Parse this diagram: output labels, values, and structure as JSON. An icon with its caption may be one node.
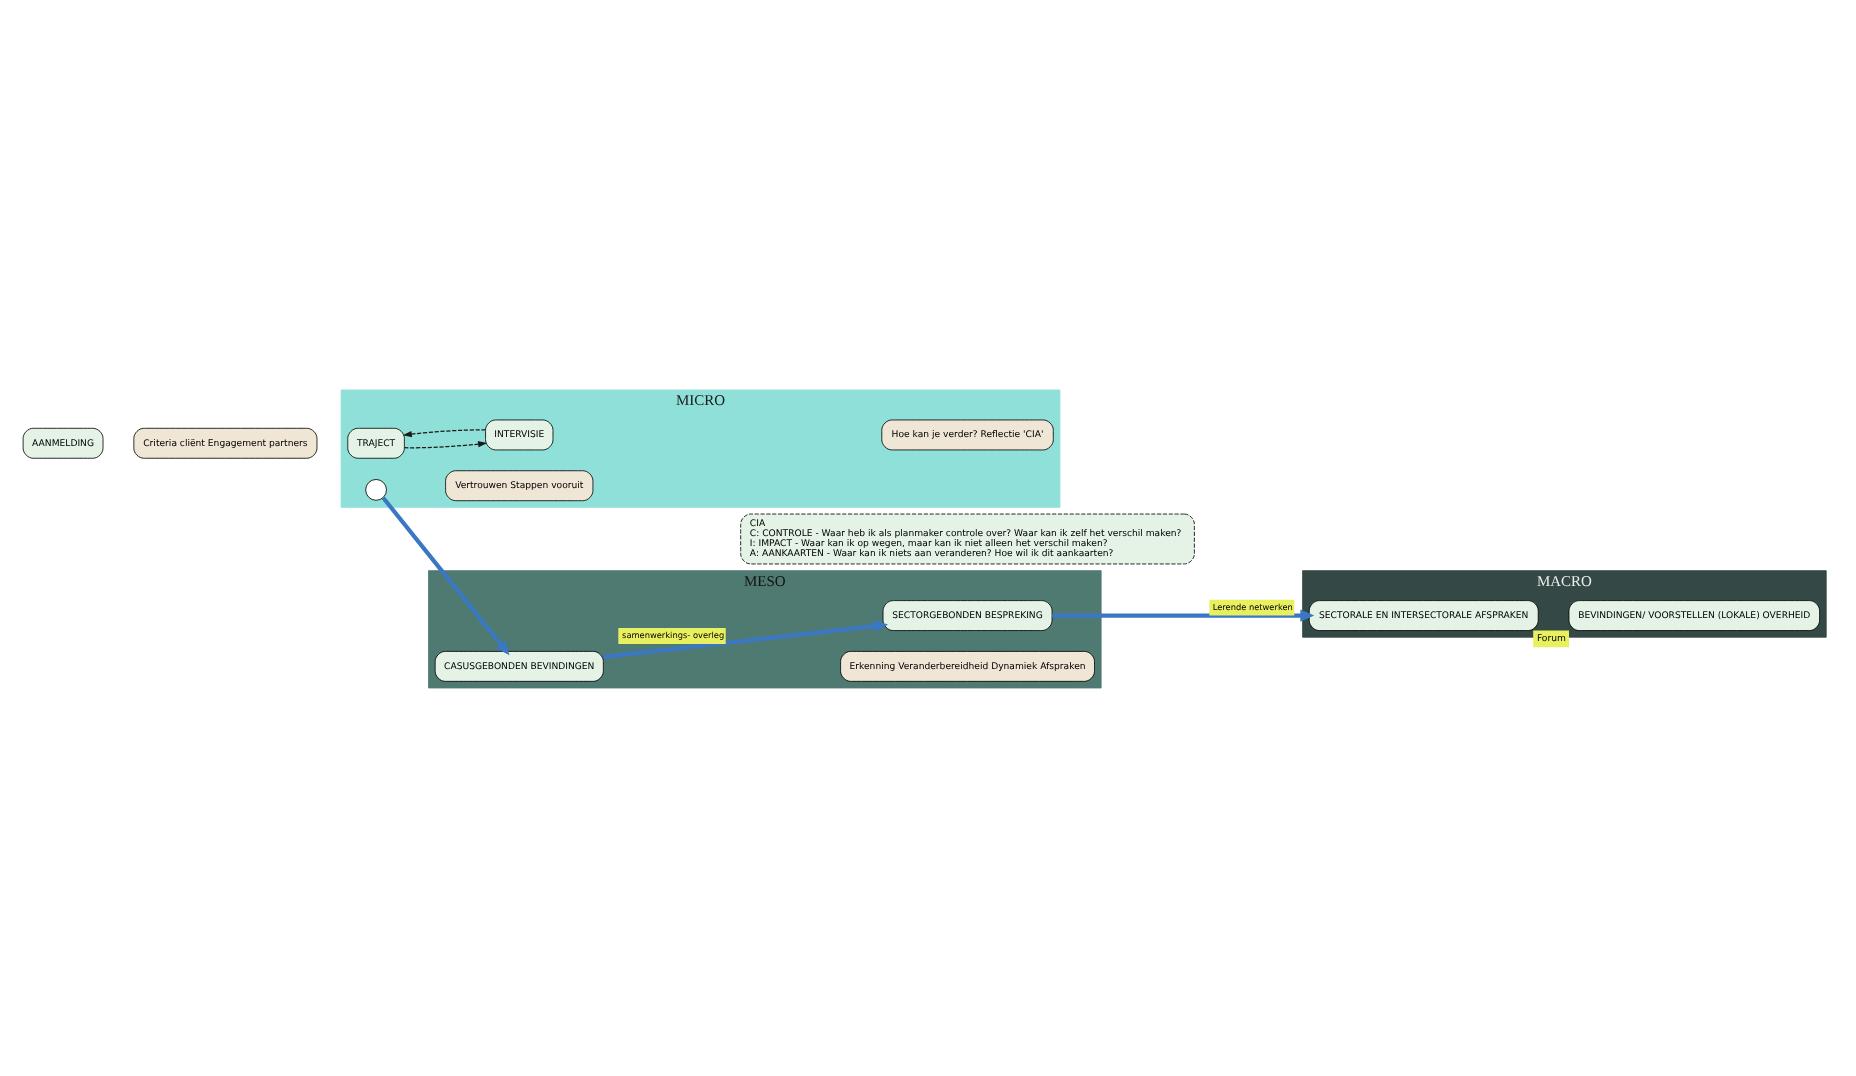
{
  "diagram": {
    "nodes": [
      {
        "text": [
          "MICRO"
        ]
      },
      {
        "text": [
          "AANMELDING"
        ]
      },
      {
        "text": [
          "Criteria cliënt Engagement partners"
        ]
      },
      {
        "text": [
          "TRAJECT"
        ],
        "in": 0
      },
      {
        "text": [
          "Vertrouwen Stappen vooruit"
        ],
        "in": 0
      },
      {
        "text": [
          "INTERVISIE"
        ],
        "in": 0
      },
      {
        "text": [
          "Hoe kan je verder? Reflectie 'CIA'"
        ],
        "in": 0
      },
      {
        "text": [],
        "shape": "circle",
        "in": 0
      },
      {
        "text": [
          "CIA",
          "C: CONTROLE - Waar heb ik als planmaker controle over? Waar kan ik zelf het verschil maken?",
          "I: IMPACT - Waar kan ik op wegen, maar kan ik niet alleen het verschil maken?",
          "A: AANKAARTEN - Waar kan ik niets aan veranderen? Hoe wil ik dit aankaarten?"
        ]
      },
      {
        "text": [
          "MESO"
        ]
      },
      {
        "text": [
          "CASUSGEBONDEN BEVINDINGEN"
        ],
        "in": 9
      },
      {
        "text": [
          "Erkenning Veranderbereidheid Dynamiek Afspraken"
        ],
        "in": 9
      },
      {
        "text": [
          "SECTORGEBONDEN BESPREKING"
        ],
        "in": 9
      },
      {
        "text": [
          "MACRO"
        ]
      },
      {
        "text": [
          "SECTORALE EN INTERSECTORALE AFSPRAKEN"
        ],
        "in": 13
      },
      {
        "text": [
          "BEVINDINGEN/ VOORSTELLEN (LOKALE) OVERHEID"
        ],
        "in": 13,
        "beside": [
          "Forum"
        ]
      }
    ],
    "edges": [
      {
        "from": 5,
        "to": 3,
        "arrow": "to",
        "style": "dashed",
        "color": "#1a1a1a"
      },
      {
        "from": 3,
        "to": 5,
        "arrow": "to",
        "style": "dashed",
        "color": "#1a1a1a"
      },
      {
        "from": 7,
        "to": 10,
        "arrow": "to"
      },
      {
        "from": 10,
        "to": 12,
        "arrow": "to",
        "label": "samenwerkings- overleg"
      },
      {
        "from": 12,
        "to": 14,
        "arrow": "to",
        "label": "Lerende netwerken"
      }
    ]
  }
}
